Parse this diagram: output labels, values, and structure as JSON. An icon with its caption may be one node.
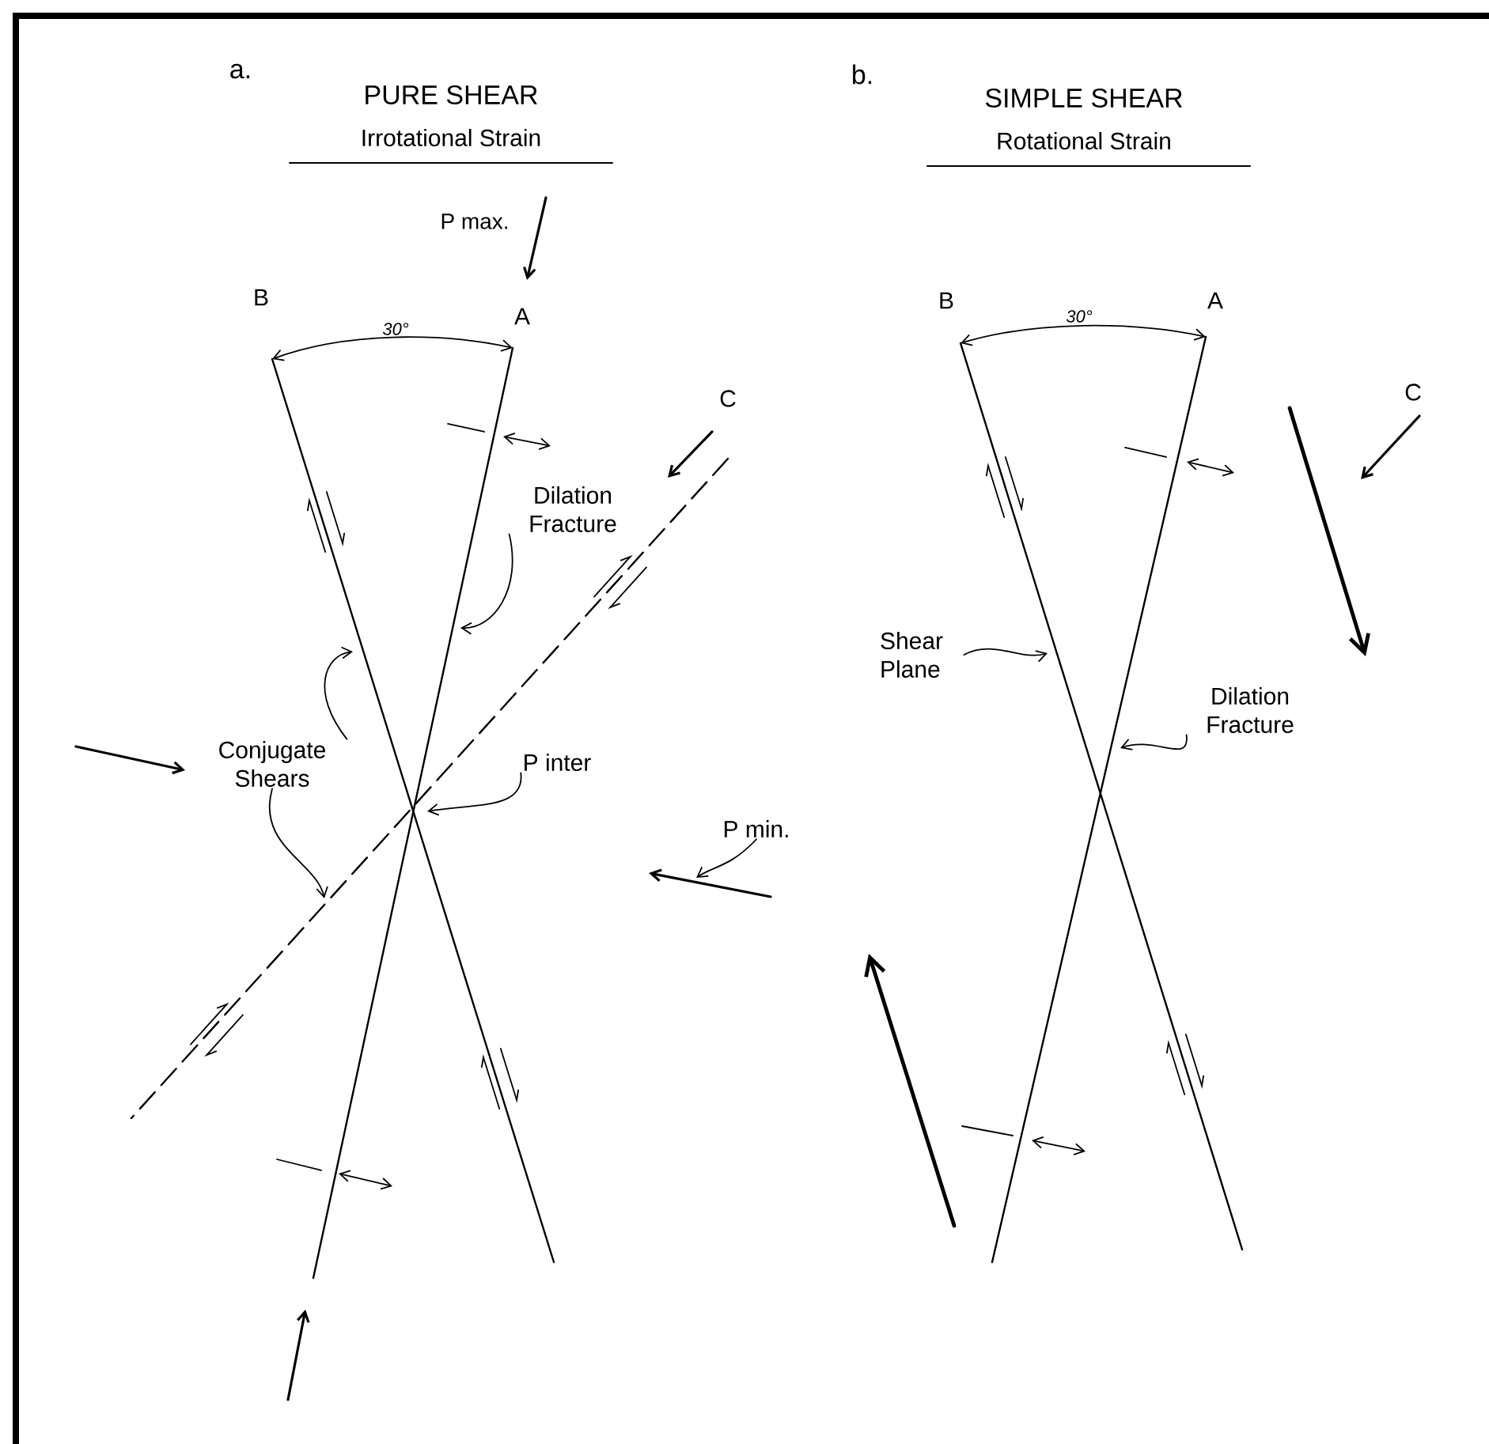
{
  "diagram": {
    "nodes": [
      {
        "text": [
          "Dilation Fracture"
        ]
      },
      {
        "text": [
          "Conjugate Shears"
        ]
      },
      {
        "text": [
          "P inter"
        ]
      },
      {
        "text": [
          "P min."
        ]
      },
      {
        "text": [
          "Shear Plane"
        ]
      },
      {
        "text": [
          "Dilation Fracture"
        ]
      }
    ],
    "edges": [
      {
        "from": 0,
        "to": null,
        "arrow": "to"
      },
      {
        "from": 1,
        "to": null,
        "arrow": "to"
      },
      {
        "from": 1,
        "to": null,
        "arrow": "to"
      },
      {
        "from": 2,
        "to": null,
        "arrow": "to"
      },
      {
        "from": 3,
        "to": null,
        "arrow": "to"
      },
      {
        "from": 4,
        "to": null,
        "arrow": "to"
      },
      {
        "from": 5,
        "to": null,
        "arrow": "to"
      }
    ],
    "labels": [
      "a.",
      "PURE SHEAR",
      "Irrotational Strain",
      "P max.",
      "B",
      "30°",
      "A",
      "C",
      "b.",
      "SIMPLE SHEAR",
      "Rotational Strain",
      "B",
      "30°",
      "A",
      "C"
    ]
  }
}
